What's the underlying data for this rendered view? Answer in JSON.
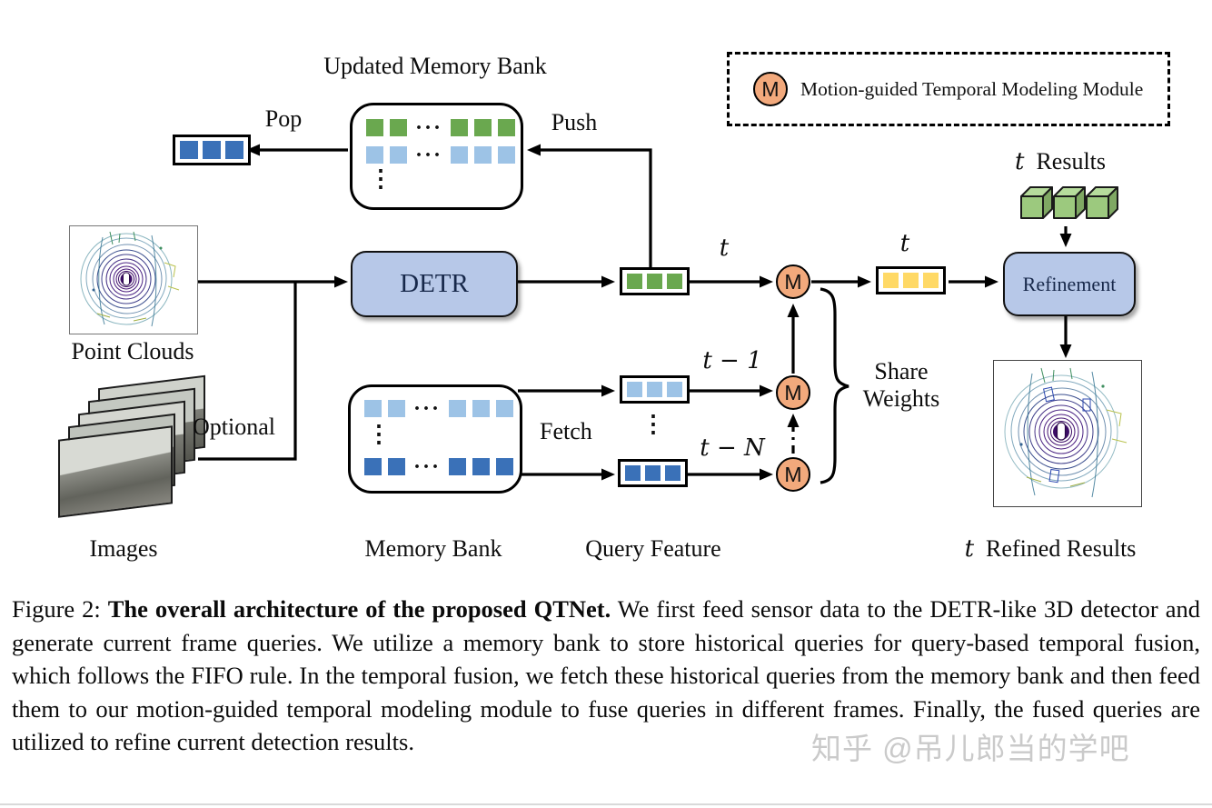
{
  "colors": {
    "green": "#6aa84f",
    "light_blue": "#9dc3e6",
    "dark_blue": "#3a71b8",
    "yellow": "#ffd966",
    "orange": "#f2a97c",
    "box_blue": "#b7c8e8"
  },
  "legend": {
    "label": "Motion-guided Temporal Modeling Module"
  },
  "nodes": {
    "updated_memory_bank": "Updated Memory Bank",
    "pop": "Pop",
    "push": "Push",
    "point_clouds": "Point Clouds",
    "images": "Images",
    "optional": "Optional",
    "detr": "DETR",
    "memory_bank": "Memory Bank",
    "fetch": "Fetch",
    "query_feature": "Query Feature",
    "m": "M",
    "t": "t",
    "t_minus_1": "t − 1",
    "t_minus_n": "t − N",
    "share_weights_line1": "Share",
    "share_weights_line2": "Weights",
    "refinement": "Refinement",
    "results_t": "t",
    "results_word": "Results",
    "refined_t": "t",
    "refined_word": "Refined Results",
    "dots_h": "···",
    "dots_v": "⋮"
  },
  "caption": {
    "figure_label": "Figure 2: ",
    "bold": "The overall architecture of the proposed QTNet.",
    "body": " We first feed sensor data to the DETR-like 3D detector and generate current frame queries. We utilize a memory bank to store historical queries for query-based temporal fusion, which follows the FIFO rule.  In the temporal fusion, we fetch these historical queries from the memory bank and then feed them to our motion-guided temporal modeling module to fuse queries in different frames. Finally, the fused queries are utilized to refine current detection results."
  },
  "watermark": "知乎 @吊儿郎当的学吧"
}
